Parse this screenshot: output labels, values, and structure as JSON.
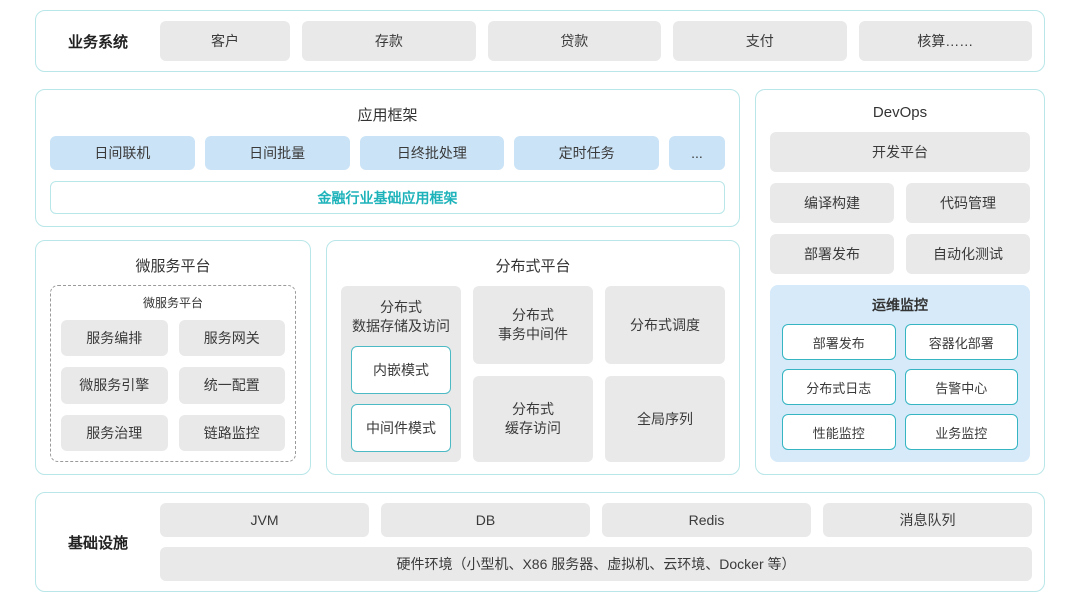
{
  "business": {
    "label": "业务系统",
    "items": [
      "客户",
      "存款",
      "贷款",
      "支付",
      "核算……"
    ]
  },
  "app_framework": {
    "title": "应用框架",
    "modules": [
      "日间联机",
      "日间批量",
      "日终批处理",
      "定时任务",
      "..."
    ],
    "base_framework": "金融行业基础应用框架"
  },
  "microservice": {
    "title": "微服务平台",
    "group_title": "微服务平台",
    "items": [
      "服务编排",
      "服务网关",
      "微服务引擎",
      "统一配置",
      "服务治理",
      "链路监控"
    ]
  },
  "distributed": {
    "title": "分布式平台",
    "storage_title": "分布式\n数据存储及访问",
    "storage_modes": [
      "内嵌模式",
      "中间件模式"
    ],
    "cells": [
      "分布式\n事务中间件",
      "分布式调度",
      "分布式\n缓存访问",
      "全局序列"
    ]
  },
  "devops": {
    "title": "DevOps",
    "dev_platform": "开发平台",
    "tools": [
      "编译构建",
      "代码管理",
      "部署发布",
      "自动化测试"
    ],
    "monitoring": {
      "title": "运维监控",
      "items": [
        "部署发布",
        "容器化部署",
        "分布式日志",
        "告警中心",
        "性能监控",
        "业务监控"
      ]
    }
  },
  "infrastructure": {
    "label": "基础设施",
    "items": [
      "JVM",
      "DB",
      "Redis",
      "消息队列"
    ],
    "hardware": "硬件环境（小型机、X86 服务器、虚拟机、云环境、Docker 等）"
  },
  "colors": {
    "panel_border": "#b9e6e8",
    "gray_box": "#e9e9e9",
    "blue_box": "#cbe3f6",
    "monitor_bg": "#d6eaf9",
    "monitor_border": "#35b5c2",
    "teal_text": "#1eb3ba"
  }
}
